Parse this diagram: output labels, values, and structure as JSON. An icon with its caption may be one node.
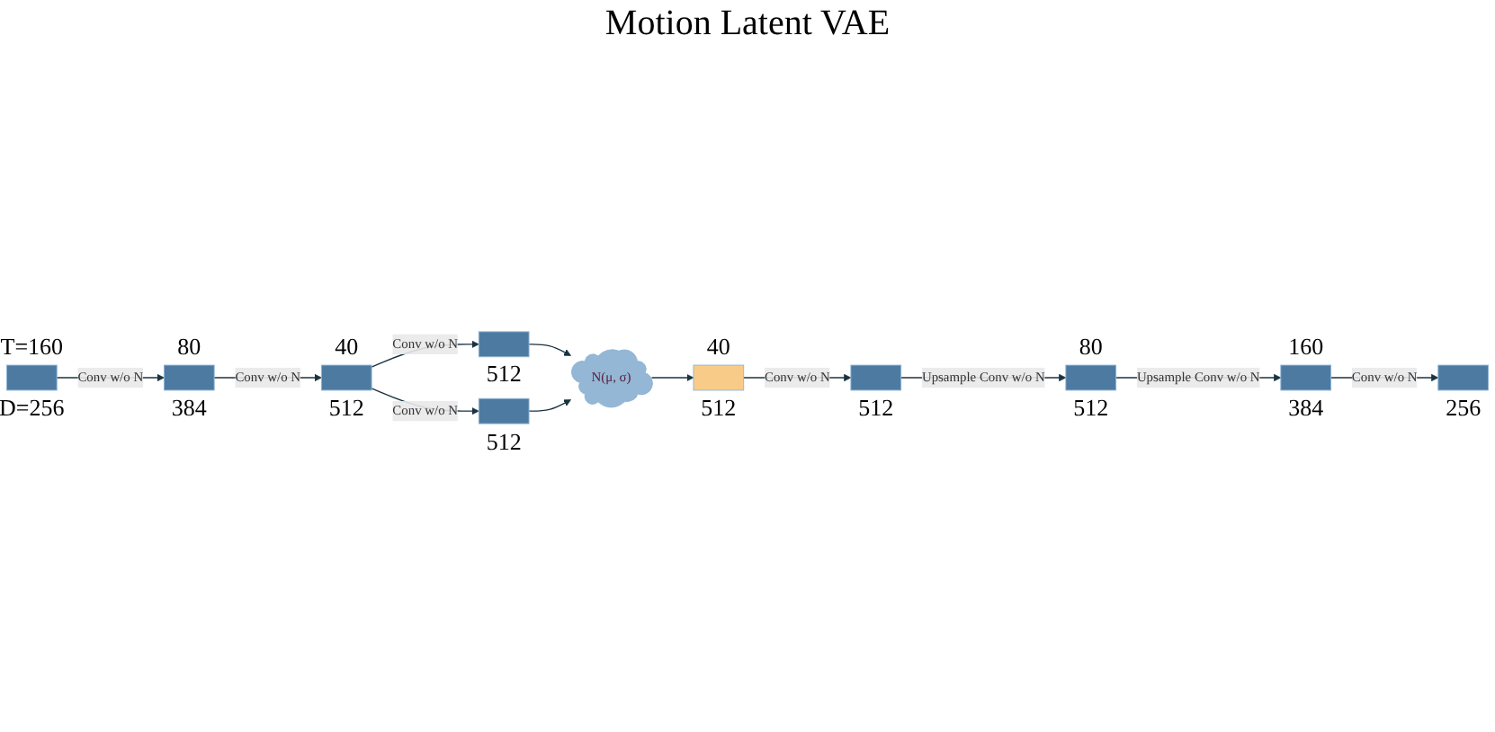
{
  "diagram": {
    "title": "Motion Latent VAE",
    "nodes": [
      {
        "text": [],
        "shape": "bar",
        "beside": [
          "T=160",
          "D=256"
        ]
      },
      {
        "text": [],
        "shape": "bar",
        "beside": [
          "80",
          "384"
        ]
      },
      {
        "text": [],
        "shape": "bar",
        "beside": [
          "40",
          "512"
        ]
      },
      {
        "text": [],
        "shape": "bar",
        "beside": [
          "512"
        ]
      },
      {
        "text": [],
        "shape": "bar",
        "beside": [
          "512"
        ]
      },
      {
        "text": [
          "N(μ, σ)"
        ]
      },
      {
        "text": [],
        "shape": "bar",
        "beside": [
          "40",
          "512"
        ]
      },
      {
        "text": [],
        "shape": "bar",
        "beside": [
          "512"
        ]
      },
      {
        "text": [],
        "shape": "bar",
        "beside": [
          "80",
          "512"
        ]
      },
      {
        "text": [],
        "shape": "bar",
        "beside": [
          "160",
          "384"
        ]
      },
      {
        "text": [],
        "shape": "bar",
        "beside": [
          "256"
        ]
      }
    ],
    "edges": [
      {
        "from": 0,
        "to": 1,
        "arrow": "to",
        "label": "Conv w/o N"
      },
      {
        "from": 1,
        "to": 2,
        "arrow": "to",
        "label": "Conv w/o N"
      },
      {
        "from": 2,
        "to": 3,
        "arrow": "to",
        "label": "Conv w/o N"
      },
      {
        "from": 2,
        "to": 4,
        "arrow": "to",
        "label": "Conv w/o N"
      },
      {
        "from": 3,
        "to": 5,
        "arrow": "to"
      },
      {
        "from": 4,
        "to": 5,
        "arrow": "to"
      },
      {
        "from": 5,
        "to": 6,
        "arrow": "to"
      },
      {
        "from": 6,
        "to": 7,
        "arrow": "to",
        "label": "Conv w/o N"
      },
      {
        "from": 7,
        "to": 8,
        "arrow": "to",
        "label": "Upsample Conv w/o N"
      },
      {
        "from": 8,
        "to": 9,
        "arrow": "to",
        "label": "Upsample Conv w/o N"
      },
      {
        "from": 9,
        "to": 10,
        "arrow": "to",
        "label": "Conv w/o N"
      }
    ]
  }
}
